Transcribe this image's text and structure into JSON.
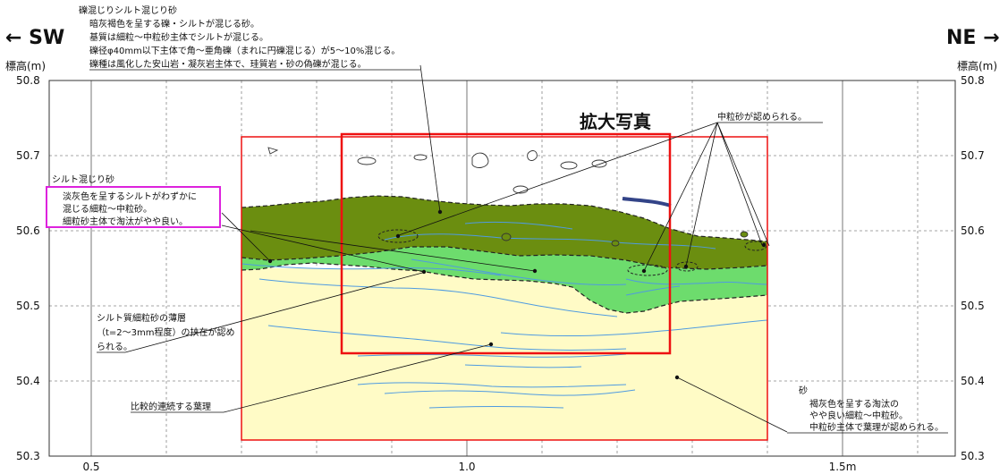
{
  "directions": {
    "left": "← SW",
    "right": "NE →"
  },
  "axis": {
    "ylabel_left": "標高(m)",
    "ylabel_right": "標高(m)",
    "y_ticks": [
      "50.8",
      "50.7",
      "50.6",
      "50.5",
      "50.4",
      "50.3"
    ],
    "x_ticks": [
      "0.5",
      "1.0",
      "1.5m"
    ]
  },
  "enlarged_label": "拡大写真",
  "notes": {
    "gravel": {
      "title": "礫混じりシルト混じり砂",
      "lines": [
        "暗灰褐色を呈する礫・シルトが混じる砂。",
        "基質は細粒～中粒砂主体でシルトが混じる。",
        "礫径φ40mm以下主体で角～亜角礫（まれに円礫混じる）が5～10%混じる。",
        "礫種は風化した安山岩・凝灰岩主体で、珪質岩・砂の偽礫が混じる。"
      ]
    },
    "silt": {
      "title": "シルト混じり砂",
      "lines": [
        "淡灰色を呈するシルトがわずかに",
        "混じる細粒～中粒砂。",
        "細粒砂主体で淘汰がやや良い。"
      ]
    },
    "medium_sand": "中粒砂が認められる。",
    "thin_layer": [
      "シルト質細粒砂の薄層",
      "（t=2～3mm程度）の挟在が認め",
      "られる。"
    ],
    "lamina": "比較的連続する葉理",
    "sand": {
      "title": "砂",
      "lines": [
        "褐灰色を呈する淘汰の",
        "やや良い細粒～中粒砂。",
        "中粒砂主体で葉理が認められる。"
      ]
    }
  },
  "colors": {
    "dark_layer": "#6b8e10",
    "green_layer": "#6ddc6d",
    "sand_layer": "#fffbc6",
    "frame": "#ee1111",
    "silt_box": "#dd22dd",
    "lamina_line": "#4f9be0"
  }
}
